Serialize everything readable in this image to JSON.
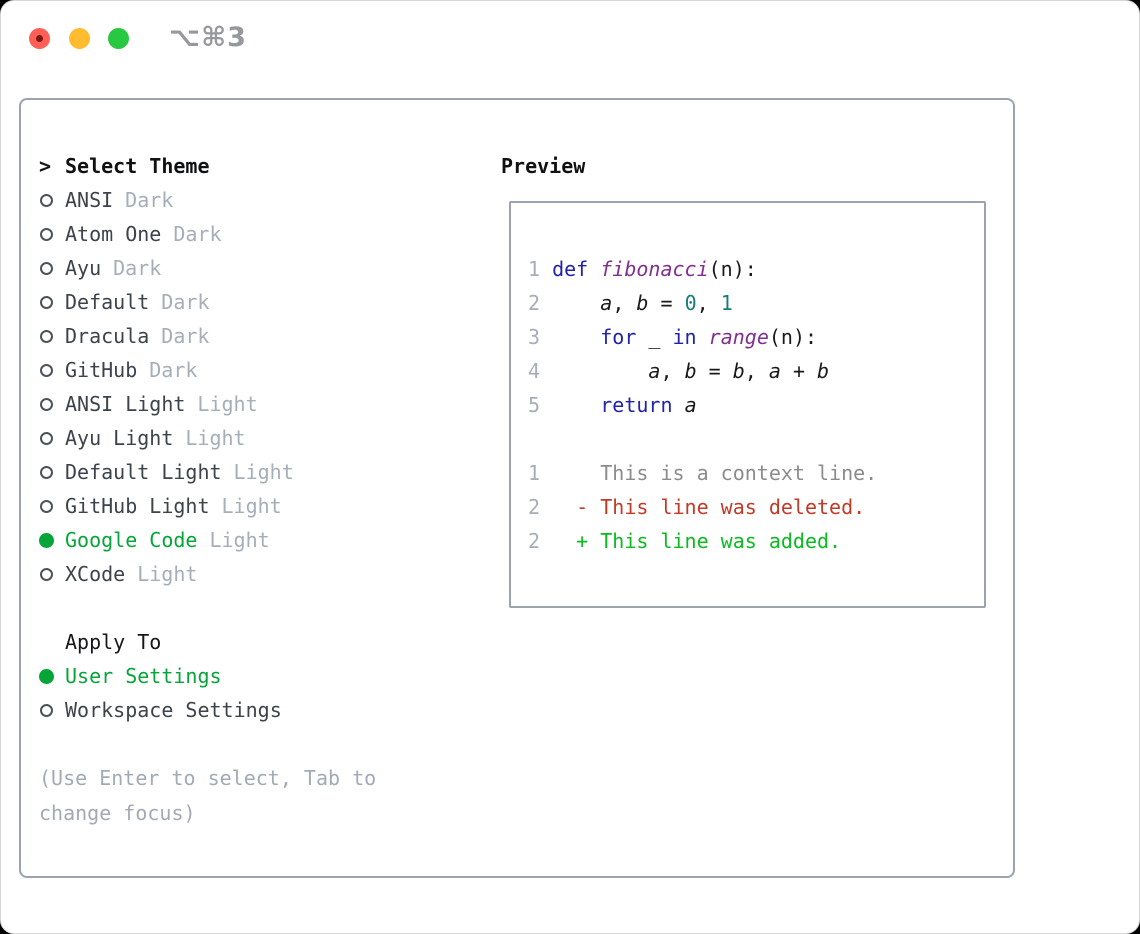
{
  "window": {
    "title": "⌥⌘3",
    "traffic_lights": [
      "close",
      "minimize",
      "zoom"
    ]
  },
  "theme_panel": {
    "pointer": ">",
    "header": "Select Theme",
    "themes": [
      {
        "name": "ANSI",
        "variant": "Dark",
        "selected": false
      },
      {
        "name": "Atom One",
        "variant": "Dark",
        "selected": false
      },
      {
        "name": "Ayu",
        "variant": "Dark",
        "selected": false
      },
      {
        "name": "Default",
        "variant": "Dark",
        "selected": false
      },
      {
        "name": "Dracula",
        "variant": "Dark",
        "selected": false
      },
      {
        "name": "GitHub",
        "variant": "Dark",
        "selected": false
      },
      {
        "name": "ANSI Light",
        "variant": "Light",
        "selected": false
      },
      {
        "name": "Ayu Light",
        "variant": "Light",
        "selected": false
      },
      {
        "name": "Default Light",
        "variant": "Light",
        "selected": false
      },
      {
        "name": "GitHub Light",
        "variant": "Light",
        "selected": false
      },
      {
        "name": "Google Code",
        "variant": "Light",
        "selected": true
      },
      {
        "name": "XCode",
        "variant": "Light",
        "selected": false
      }
    ],
    "apply_to": {
      "header": "Apply To",
      "options": [
        {
          "name": "User Settings",
          "selected": true
        },
        {
          "name": "Workspace Settings",
          "selected": false
        }
      ]
    },
    "hint": "(Use Enter to select, Tab to change focus)"
  },
  "preview": {
    "header": "Preview",
    "lines": [
      {
        "segments": [
          {
            "text": "1 ",
            "style": "num"
          },
          {
            "text": "def ",
            "style": "kw"
          },
          {
            "text": "fibonacci",
            "style": "fn"
          },
          {
            "text": "(n):",
            "style": "plain"
          }
        ]
      },
      {
        "segments": [
          {
            "text": "2 ",
            "style": "num"
          },
          {
            "text": "    ",
            "style": "plain"
          },
          {
            "text": "a",
            "style": "var"
          },
          {
            "text": ", ",
            "style": "plain"
          },
          {
            "text": "b",
            "style": "var"
          },
          {
            "text": " = ",
            "style": "plain"
          },
          {
            "text": "0",
            "style": "lit"
          },
          {
            "text": ", ",
            "style": "plain"
          },
          {
            "text": "1",
            "style": "lit"
          }
        ]
      },
      {
        "segments": [
          {
            "text": "3 ",
            "style": "num"
          },
          {
            "text": "    ",
            "style": "plain"
          },
          {
            "text": "for",
            "style": "kw"
          },
          {
            "text": " _ ",
            "style": "plain"
          },
          {
            "text": "in",
            "style": "kw"
          },
          {
            "text": " ",
            "style": "plain"
          },
          {
            "text": "range",
            "style": "fn"
          },
          {
            "text": "(n):",
            "style": "plain"
          }
        ]
      },
      {
        "segments": [
          {
            "text": "4 ",
            "style": "num"
          },
          {
            "text": "        ",
            "style": "plain"
          },
          {
            "text": "a",
            "style": "var"
          },
          {
            "text": ", ",
            "style": "plain"
          },
          {
            "text": "b",
            "style": "var"
          },
          {
            "text": " = ",
            "style": "plain"
          },
          {
            "text": "b",
            "style": "var"
          },
          {
            "text": ", ",
            "style": "plain"
          },
          {
            "text": "a",
            "style": "var"
          },
          {
            "text": " + ",
            "style": "plain"
          },
          {
            "text": "b",
            "style": "var"
          }
        ]
      },
      {
        "segments": [
          {
            "text": "5 ",
            "style": "num"
          },
          {
            "text": "    ",
            "style": "plain"
          },
          {
            "text": "return",
            "style": "kw"
          },
          {
            "text": " ",
            "style": "plain"
          },
          {
            "text": "a",
            "style": "var"
          }
        ]
      },
      {
        "segments": []
      },
      {
        "segments": [
          {
            "text": "1",
            "style": "num"
          },
          {
            "text": "     This is a context line.",
            "style": "ctx"
          }
        ]
      },
      {
        "segments": [
          {
            "text": "2",
            "style": "num"
          },
          {
            "text": "   ",
            "style": "plain"
          },
          {
            "text": "- This line was deleted.",
            "style": "del"
          }
        ]
      },
      {
        "segments": [
          {
            "text": "2",
            "style": "num"
          },
          {
            "text": "   ",
            "style": "plain"
          },
          {
            "text": "+ This line was added.",
            "style": "add"
          }
        ]
      }
    ]
  },
  "colors": {
    "accent_green": "#06a53a",
    "diff_red": "#c23a28",
    "diff_green": "#0bbb20",
    "keyword_blue": "#2222aa",
    "title_purple": "#803090",
    "literal_teal": "#177d77",
    "context_gray": "#8c8c8c",
    "muted": "#a5aeb9",
    "text_dark": "#3d434b",
    "heading": "#101113",
    "border": "#9aa3ae",
    "traffic_red": "#ff5f57",
    "traffic_yellow": "#febc2e",
    "traffic_green": "#28c840",
    "titlebar_text": "#96989d"
  }
}
